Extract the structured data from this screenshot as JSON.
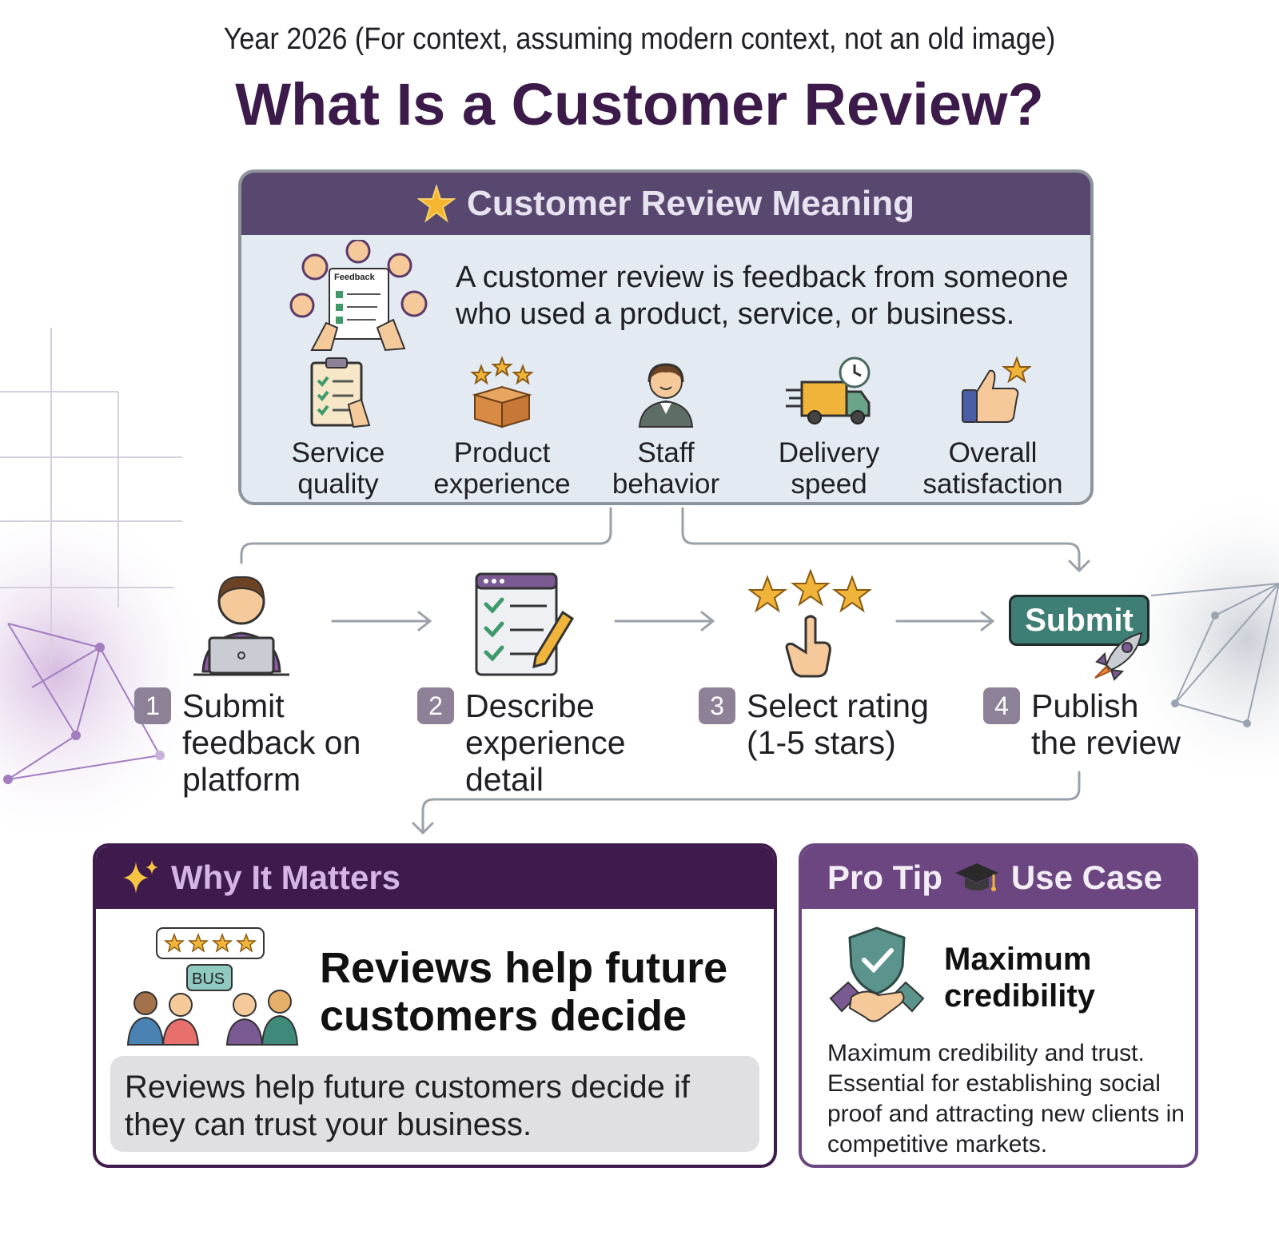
{
  "header": {
    "subtitle": "Year 2026 (For context, assuming modern context, not an old image)",
    "title": "What Is a Customer Review?"
  },
  "meaning": {
    "heading": "Customer Review Meaning",
    "definition": "A customer review is feedback from someone who used a product, service, or business.",
    "illustration_label": "Feedback",
    "aspects": [
      {
        "label": "Service quality",
        "icon": "clipboard-checklist-icon"
      },
      {
        "label": "Product experience",
        "icon": "box-stars-icon"
      },
      {
        "label": "Staff behavior",
        "icon": "support-agent-icon"
      },
      {
        "label": "Delivery speed",
        "icon": "delivery-truck-icon"
      },
      {
        "label": "Overall satisfaction",
        "icon": "thumbs-up-star-icon"
      }
    ]
  },
  "steps": [
    {
      "number": "1",
      "label": "Submit feedback on platform",
      "icon": "person-laptop-icon"
    },
    {
      "number": "2",
      "label": "Describe experience detail",
      "icon": "checklist-pencil-icon"
    },
    {
      "number": "3",
      "label": "Select rating (1-5 stars)",
      "icon": "stars-hand-icon"
    },
    {
      "number": "4",
      "label": "Publish the review",
      "icon": "submit-rocket-icon",
      "button_text": "Submit"
    }
  ],
  "why": {
    "heading": "Why It Matters",
    "headline": "Reviews help future customers decide",
    "body": "Reviews help future customers decide if they can trust your business.",
    "bubble_text": "BUS"
  },
  "tip": {
    "heading_left": "Pro Tip",
    "heading_right": "Use Case",
    "title": "Maximum credibility",
    "body": "Maximum credibility and trust. Essential for establishing social proof and attracting new clients in competitive markets."
  },
  "colors": {
    "dark_purple": "#3e1a4d",
    "mid_purple": "#6c4680",
    "slate_purple": "#58486f",
    "panel_blue": "#e3eaf2",
    "teal_button": "#3f7e74",
    "star_gold": "#f0b43a"
  }
}
